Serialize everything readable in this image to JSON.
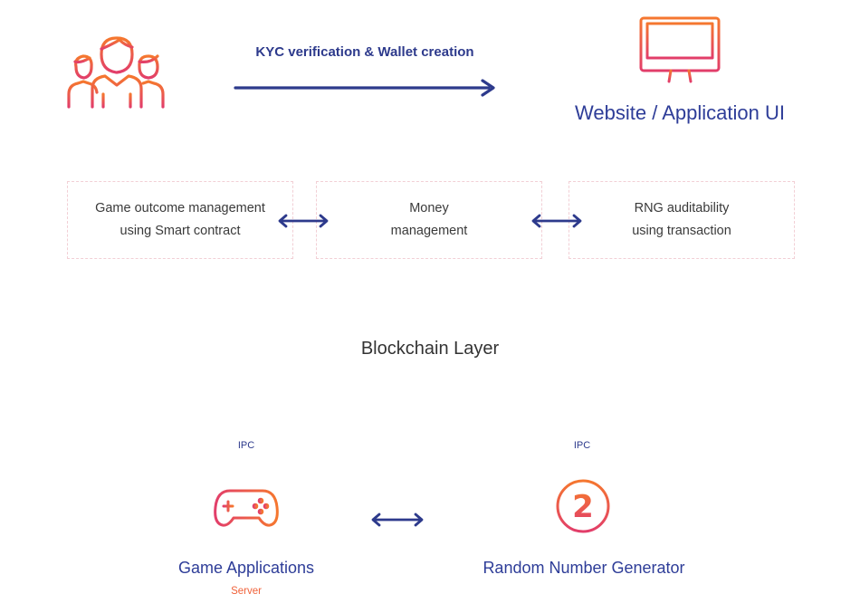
{
  "header": {
    "kyc_label": "KYC verification & Wallet creation",
    "website_label": "Website / Application UI"
  },
  "modules": [
    {
      "label": "Game outcome management\nusing Smart contract"
    },
    {
      "label": "Money\nmanagement"
    },
    {
      "label": "RNG auditability\nusing transaction"
    }
  ],
  "blockchain_label": "Blockchain Layer",
  "bottom": {
    "game": {
      "ipc": "IPC",
      "label": "Game Applications",
      "sub": "Server"
    },
    "rng": {
      "ipc": "IPC",
      "label": "Random Number Generator",
      "badge": "2"
    }
  },
  "icons": {
    "users": "users-group-icon",
    "monitor": "monitor-app-icon",
    "gamepad": "gamepad-icon",
    "rng": "number-circle-icon"
  },
  "colors": {
    "navy": "#2e3d98",
    "arrow": "#2d3a8c",
    "accent_orange": "#f0623a",
    "accent_pink": "#e2456b",
    "box_border": "#f2cfd5"
  }
}
